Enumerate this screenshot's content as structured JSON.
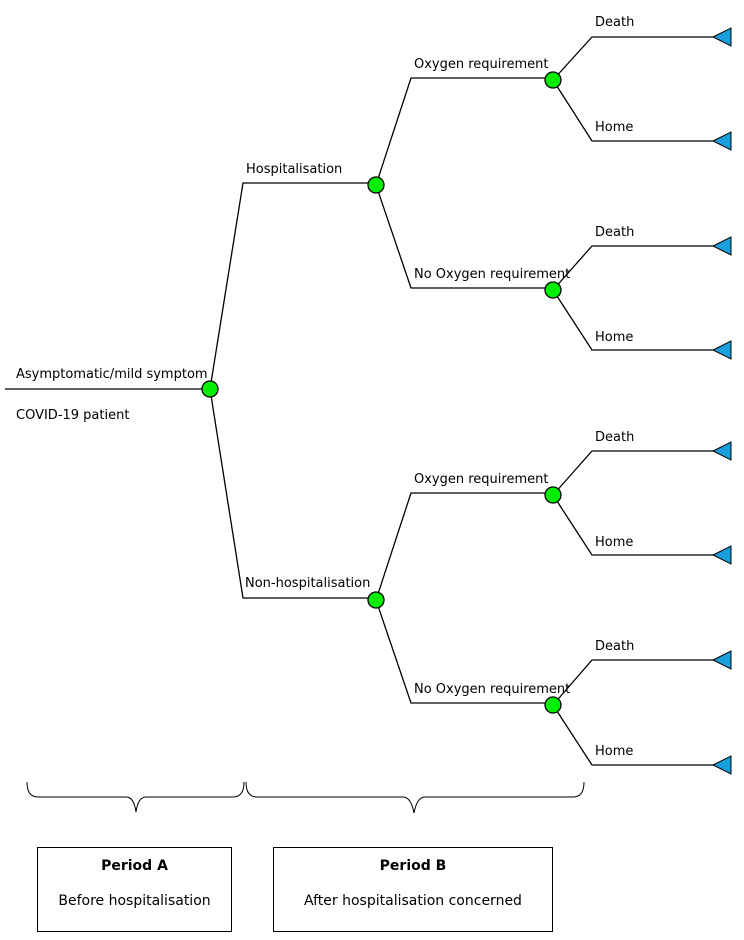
{
  "root": {
    "label": "Asymptomatic/mild symptom",
    "sublabel": "COVID-19 patient"
  },
  "branches": {
    "hospitalisation": {
      "label": "Hospitalisation",
      "oxygen": {
        "label": "Oxygen requirement",
        "outcomes": [
          "Death",
          "Home"
        ]
      },
      "no_oxygen": {
        "label": "No Oxygen requirement",
        "outcomes": [
          "Death",
          "Home"
        ]
      }
    },
    "non_hospitalisation": {
      "label": "Non-hospitalisation",
      "oxygen": {
        "label": "Oxygen requirement",
        "outcomes": [
          "Death",
          "Home"
        ]
      },
      "no_oxygen": {
        "label": "No Oxygen requirement",
        "outcomes": [
          "Death",
          "Home"
        ]
      }
    }
  },
  "periods": [
    {
      "title": "Period A",
      "description": "Before hospitalisation"
    },
    {
      "title": "Period B",
      "description": "After hospitalisation concerned"
    }
  ],
  "colors": {
    "chance_node": "#00ee00",
    "terminal_node": "#1a9fdd",
    "line": "#000000"
  },
  "icons": {
    "chance_node": "green-circle-icon",
    "terminal_node": "blue-triangle-icon"
  }
}
